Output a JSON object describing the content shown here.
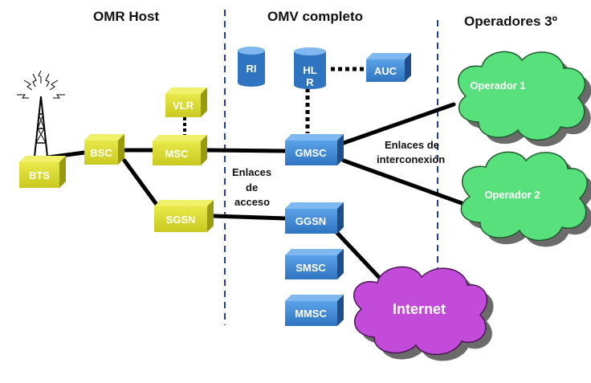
{
  "headings": {
    "left": "OMR Host",
    "center": "OMV completo",
    "right": "Operadores 3º"
  },
  "nodes": {
    "bts": "BTS",
    "bsc": "BSC",
    "msc": "MSC",
    "vlr": "VLR",
    "sgsn": "SGSN",
    "ri": "RI",
    "hlr_line1": "HL",
    "hlr_line2": "R",
    "auc": "AUC",
    "gmsc": "GMSC",
    "ggsn": "GGSN",
    "smsc": "SMSC",
    "mmsc": "MMSC"
  },
  "clouds": {
    "operador1": "Operador 1",
    "operador2": "Operador 2",
    "internet": "Internet"
  },
  "link_labels": {
    "interconexion_line1": "Enlaces de",
    "interconexion_line2": "interconexión",
    "acceso_line1": "Enlaces",
    "acceso_line2": "de",
    "acceso_line3": "acceso"
  },
  "colors": {
    "yellow_node": "#dede33",
    "blue_node": "#3d8bd6",
    "green_cloud": "#58e07c",
    "purple_cloud": "#c24bd9",
    "divider": "#1f3f9a"
  }
}
